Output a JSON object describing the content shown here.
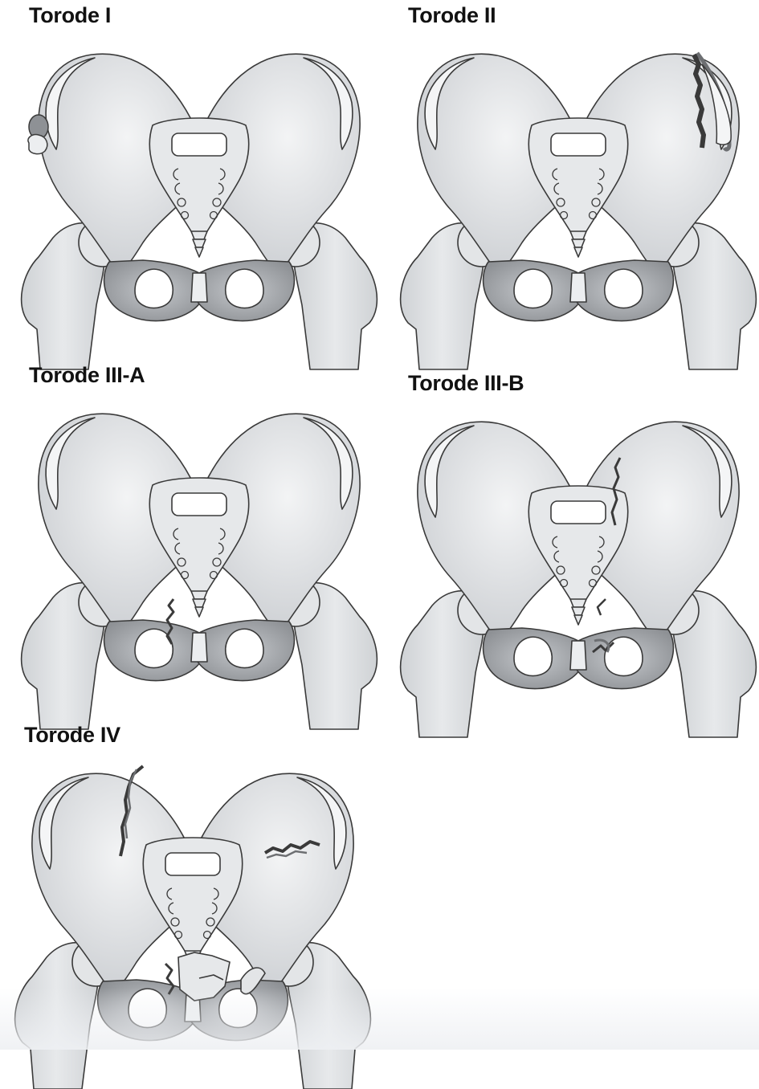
{
  "panels": [
    {
      "id": "torode-1",
      "title": "Torode I",
      "fractures": [
        "iliac-crest-avulsion"
      ]
    },
    {
      "id": "torode-2",
      "title": "Torode II",
      "fractures": [
        "iliac-wing"
      ]
    },
    {
      "id": "torode-3a",
      "title": "Torode III-A",
      "fractures": [
        "pubic-ramus-left"
      ]
    },
    {
      "id": "torode-3b",
      "title": "Torode III-B",
      "fractures": [
        "sacroiliac-right",
        "pubic-ramus-right-double"
      ]
    },
    {
      "id": "torode-4",
      "title": "Torode IV",
      "fractures": [
        "sacroiliac-left",
        "iliac-right-transverse",
        "pubic-disruption"
      ]
    }
  ],
  "colors": {
    "bone": "#d9dbde",
    "bone_light": "#eceef0",
    "outline": "#3a3a3a",
    "obturator_shade": "#a3a6aa",
    "fracture": "#6d6f72",
    "title_text": "#111111"
  }
}
